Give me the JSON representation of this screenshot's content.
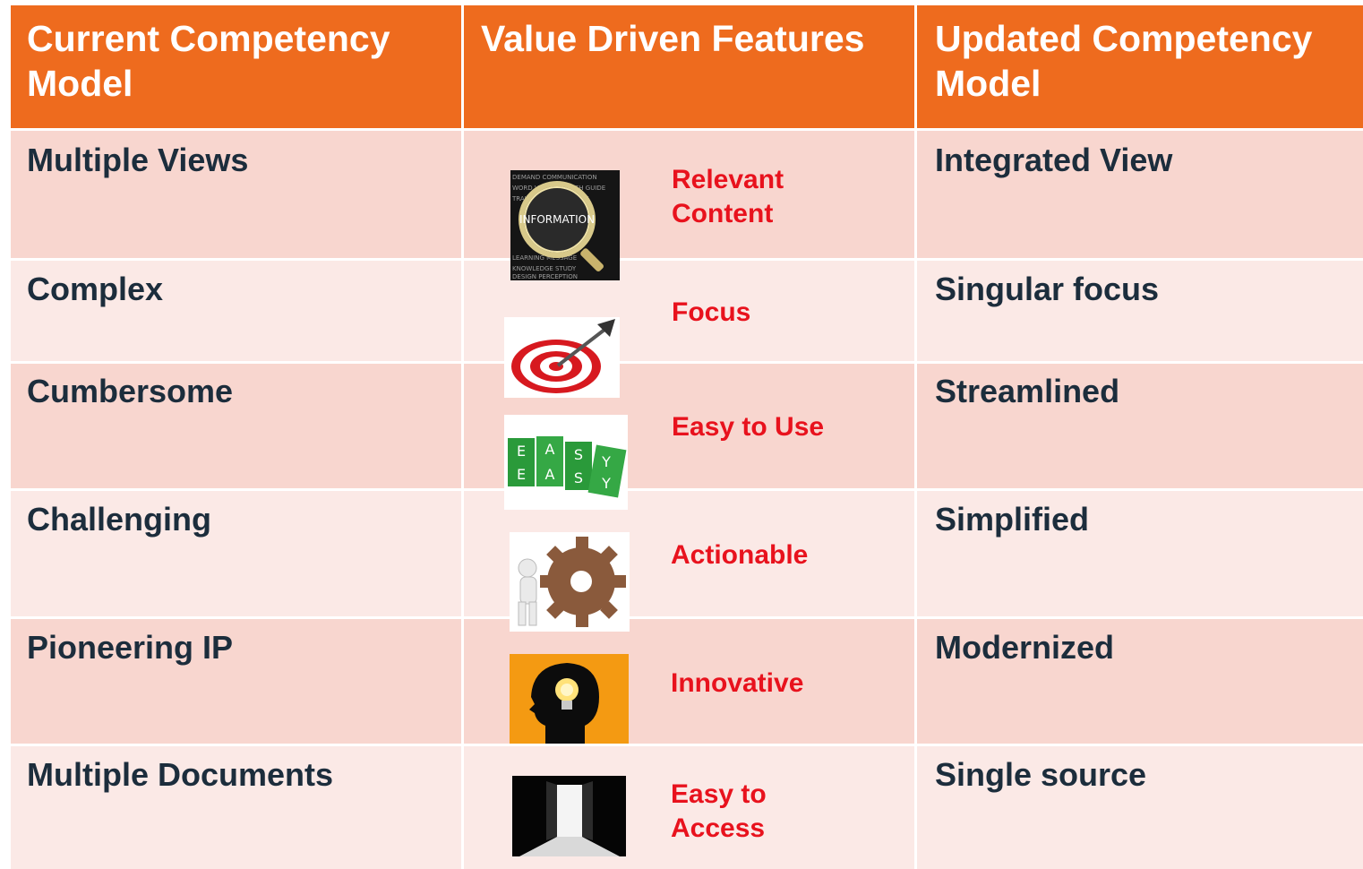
{
  "header": {
    "col1": "Current Competency Model",
    "col2": "Value Driven Features",
    "col3": "Updated Competency Model"
  },
  "rows": [
    {
      "current": "Multiple Views",
      "feature": "Relevant Content",
      "updated": "Integrated View",
      "icon": "magnifier-information-icon"
    },
    {
      "current": "Complex",
      "feature": "Focus",
      "updated": "Singular focus",
      "icon": "target-dart-icon"
    },
    {
      "current": "Cumbersome",
      "feature": "Easy to Use",
      "updated": "Streamlined",
      "icon": "easy-blocks-icon"
    },
    {
      "current": "Challenging",
      "feature": "Actionable",
      "updated": "Simplified",
      "icon": "person-pushing-gear-icon"
    },
    {
      "current": "Pioneering IP",
      "feature": "Innovative",
      "updated": "Modernized",
      "icon": "head-lightbulb-icon"
    },
    {
      "current": "Multiple Documents",
      "feature": "Easy to Access",
      "updated": "Single source",
      "icon": "open-door-icon"
    }
  ],
  "colors": {
    "header": "#ee6b1e",
    "row_dark": "#f8d6cf",
    "row_light": "#fbe9e6",
    "body_text": "#1c2d3c",
    "feature_text": "#e8121d"
  },
  "image_text": {
    "magnifier": "INFORMATION",
    "blocks_top": [
      "E",
      "A",
      "S",
      "Y"
    ]
  }
}
